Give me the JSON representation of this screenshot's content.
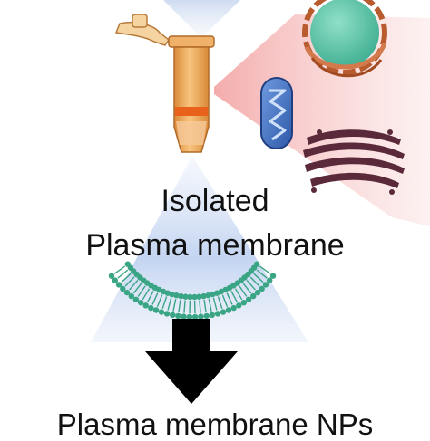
{
  "labels": {
    "isolated": "Isolated",
    "plasma_membrane": "Plasma membrane",
    "result": "Plasma membrane NPs"
  },
  "colors": {
    "background": "#ffffff",
    "text": "#111111",
    "blue_glow": "#9ab7e3",
    "tube_orange": "#f0a24f",
    "tube_band": "#e8621c",
    "red_glow": "#f2a7a7",
    "nucleus_teal": "#5fcbb0",
    "nucleus_envelope": "#b85b2e",
    "mitochondrion_blue": "#3f6fc4",
    "golgi_purple": "#5b2a3a",
    "lipid_green": "#3aa584",
    "arrow": "#000000"
  },
  "icons": [
    "microcentrifuge-tube-icon",
    "nucleus-icon",
    "mitochondrion-icon",
    "golgi-apparatus-icon",
    "lipid-bilayer-icon",
    "down-arrow-icon"
  ]
}
